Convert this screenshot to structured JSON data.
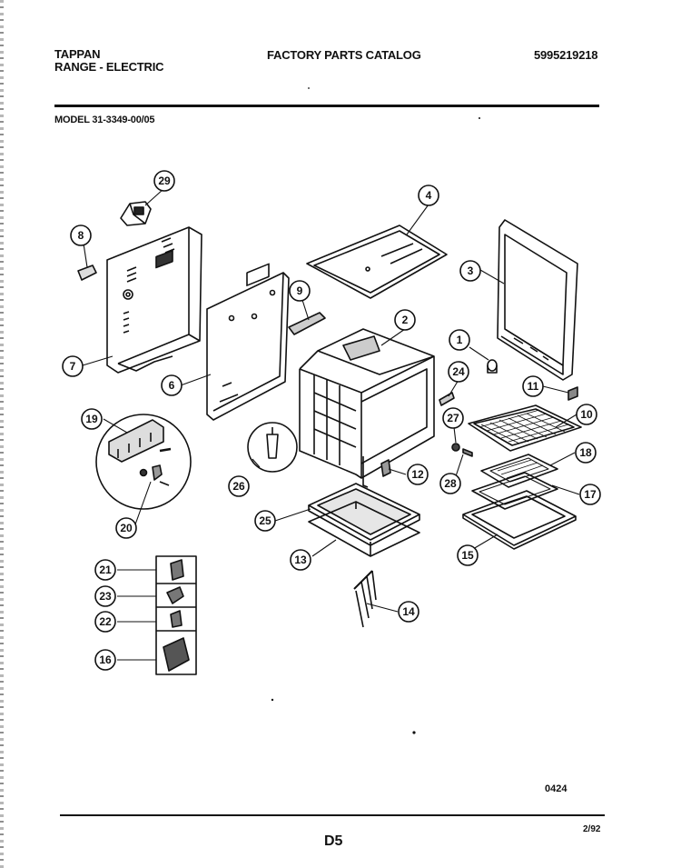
{
  "header": {
    "brand": "TAPPAN",
    "product": "RANGE - ELECTRIC",
    "catalog_title": "FACTORY PARTS CATALOG",
    "catalog_number": "5995219218",
    "model": "MODEL 31-3349-00/05"
  },
  "callouts": [
    "1",
    "2",
    "3",
    "4",
    "6",
    "7",
    "8",
    "9",
    "10",
    "11",
    "12",
    "13",
    "14",
    "15",
    "16",
    "17",
    "18",
    "19",
    "20",
    "21",
    "22",
    "23",
    "24",
    "25",
    "26",
    "27",
    "28",
    "29"
  ],
  "footer": {
    "code": "0424",
    "page_label": "D5",
    "date": "2/92"
  }
}
